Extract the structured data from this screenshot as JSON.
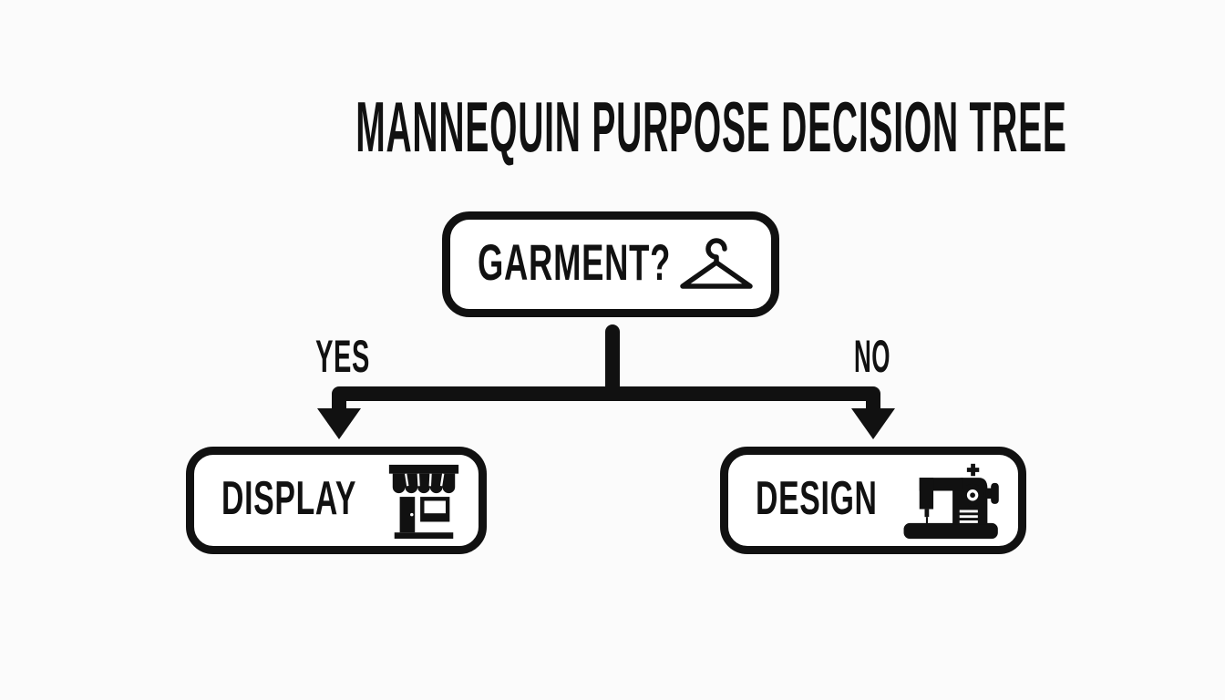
{
  "title": "MANNEQUIN PURPOSE DECISION TREE",
  "colors": {
    "ink": "#111111",
    "background": "#fbfbfb",
    "box_fill": "#ffffff"
  },
  "root_node": {
    "label": "GARMENT?",
    "icon": "hanger-icon"
  },
  "branches": {
    "yes": {
      "label": "YES",
      "leads_to": "DISPLAY"
    },
    "no": {
      "label": "NO",
      "leads_to": "DESIGN"
    }
  },
  "leaf_nodes": [
    {
      "label": "DISPLAY",
      "icon": "storefront-icon"
    },
    {
      "label": "DESIGN",
      "icon": "sewing-machine-icon"
    }
  ]
}
